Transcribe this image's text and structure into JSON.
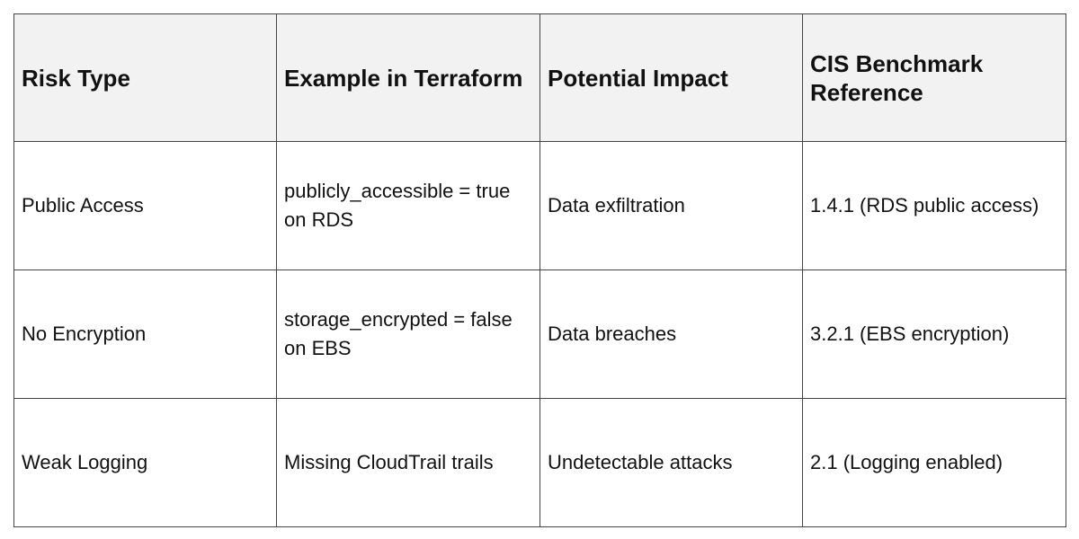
{
  "headers": [
    "Risk Type",
    "Example in Terraform",
    "Potential Impact",
    "CIS Benchmark Reference"
  ],
  "rows": [
    [
      "Public Access",
      "publicly_accessible = true on RDS",
      "Data exfiltration",
      "1.4.1 (RDS public access)"
    ],
    [
      "No Encryption",
      "storage_encrypted = false on EBS",
      "Data breaches",
      "3.2.1 (EBS encryption)"
    ],
    [
      "Weak Logging",
      "Missing CloudTrail trails",
      "Undetectable attacks",
      "2.1 (Logging enabled)"
    ]
  ]
}
